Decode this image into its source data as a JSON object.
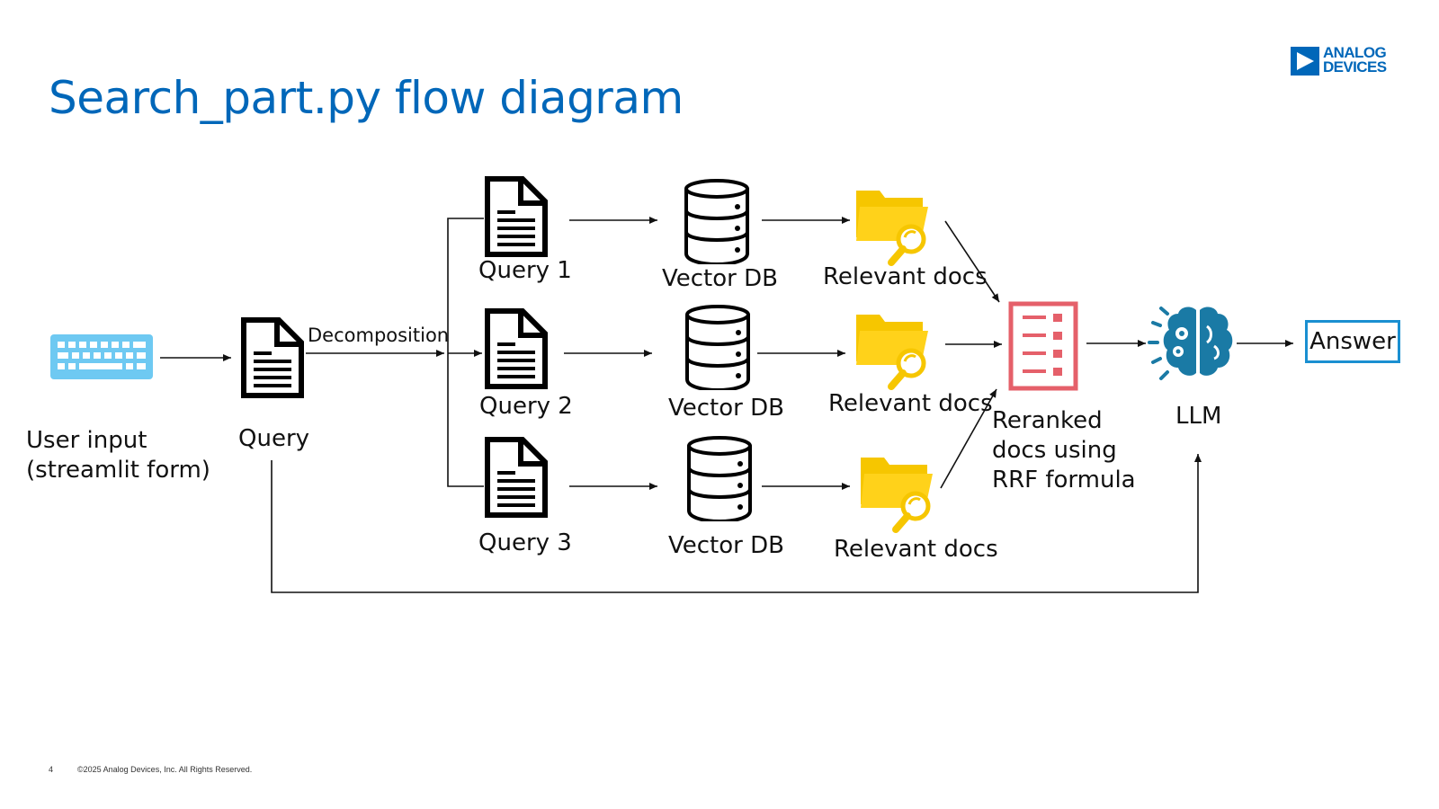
{
  "slide": {
    "title": "Search_part.py flow diagram",
    "page_number": "4",
    "copyright": "©2025 Analog Devices, Inc. All Rights Reserved."
  },
  "logo": {
    "line1": "ANALOG",
    "line2": "DEVICES",
    "color": "#0067b9"
  },
  "nodes": {
    "user_input": {
      "icon": "keyboard-icon",
      "label": "User input\n(streamlit form)"
    },
    "query": {
      "icon": "document-icon",
      "label": "Query"
    },
    "decomposition": {
      "label": "Decomposition"
    },
    "sub_queries": [
      {
        "icon": "document-icon",
        "label": "Query 1"
      },
      {
        "icon": "document-icon",
        "label": "Query 2"
      },
      {
        "icon": "document-icon",
        "label": "Query 3"
      }
    ],
    "vector_dbs": [
      {
        "icon": "database-icon",
        "label": "Vector DB"
      },
      {
        "icon": "database-icon",
        "label": "Vector DB"
      },
      {
        "icon": "database-icon",
        "label": "Vector DB"
      }
    ],
    "relevant_docs": [
      {
        "icon": "folder-search-icon",
        "label": "Relevant docs"
      },
      {
        "icon": "folder-search-icon",
        "label": "Relevant docs"
      },
      {
        "icon": "folder-search-icon",
        "label": "Relevant docs"
      }
    ],
    "reranked": {
      "icon": "ranked-list-icon",
      "label": "Reranked\ndocs using\nRRF formula"
    },
    "llm": {
      "icon": "brain-gears-icon",
      "label": "LLM"
    },
    "answer": {
      "label": "Answer"
    }
  },
  "colors": {
    "title_blue": "#0067b9",
    "keyboard_blue": "#6ec9f2",
    "folder_yellow": "#f6c600",
    "rerank_red": "#e5606a",
    "brain_blue": "#1a7aa5",
    "answer_border": "#1a8fd1"
  }
}
